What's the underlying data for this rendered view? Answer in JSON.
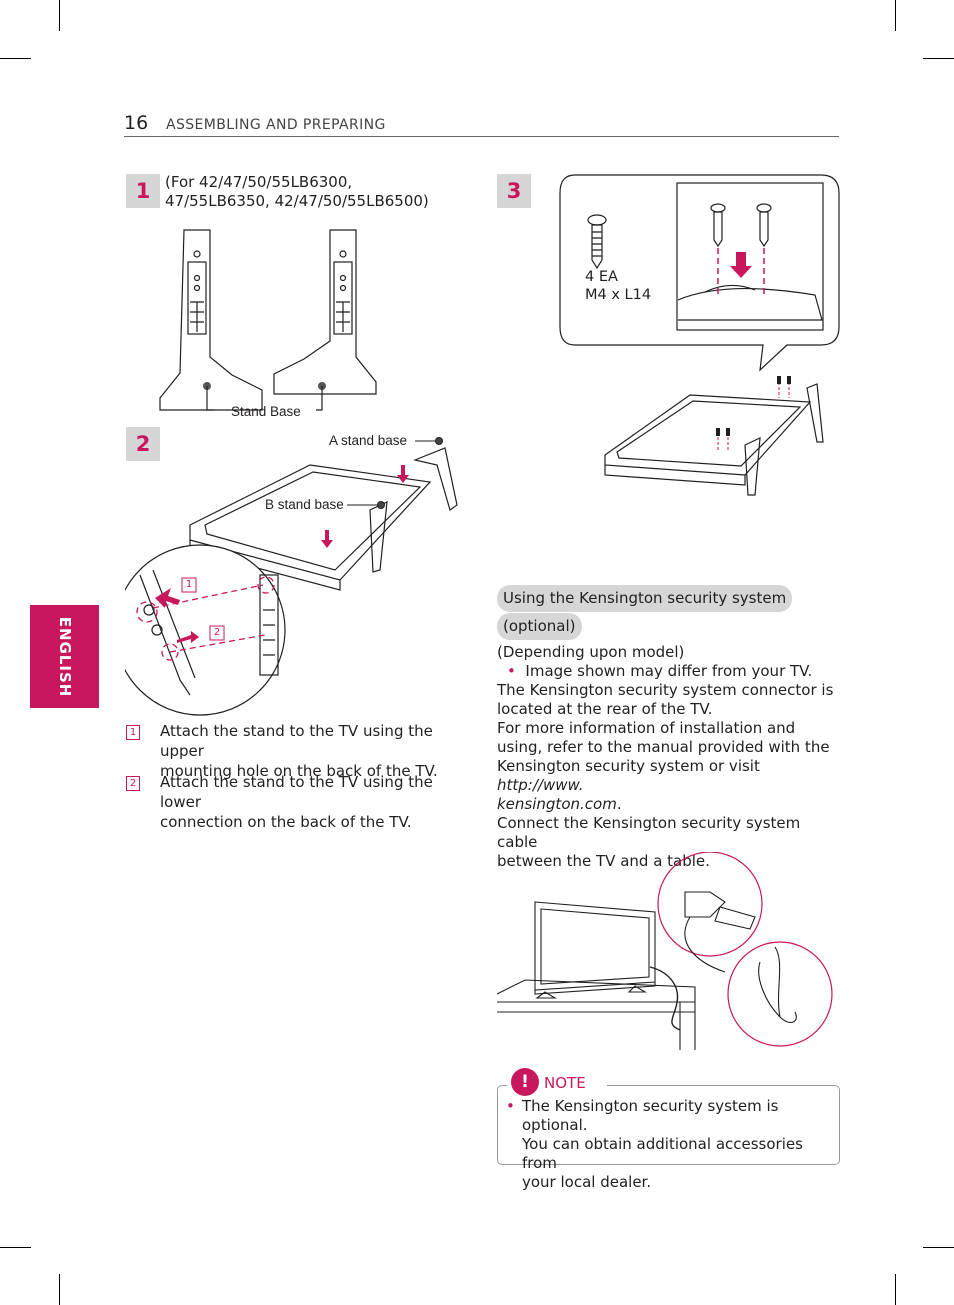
{
  "header": {
    "page_number": "16",
    "section_title": "ASSEMBLING AND PREPARING"
  },
  "side_tab": {
    "label": "ENGLISH"
  },
  "steps": [
    {
      "number": "1"
    },
    {
      "number": "2"
    },
    {
      "number": "3"
    }
  ],
  "step1": {
    "model_note_line1": "(For 42/47/50/55LB6300,",
    "model_note_line2": "47/55LB6350, 42/47/50/55LB6500)",
    "stand_base_label": "Stand Base"
  },
  "step2": {
    "a_stand_label": "A stand base",
    "b_stand_label": "B stand base",
    "callout_1": "1",
    "callout_2": "2",
    "instructions": [
      {
        "num": "1",
        "line1": "Attach the stand to the TV using the upper",
        "line2": "mounting hole on the back of the TV."
      },
      {
        "num": "2",
        "line1": "Attach the stand to the TV using the lower",
        "line2": "connection on the back of the TV."
      }
    ]
  },
  "step3": {
    "screw_qty": "4 EA",
    "screw_spec": "M4 x L14"
  },
  "kensington": {
    "title_line1": "Using the Kensington security system",
    "title_line2": "(optional)",
    "depending": "(Depending upon model)",
    "bullet": "Image shown may differ from your TV.",
    "para1_line1": "The Kensington security system connector is",
    "para1_line2": "located at the rear of the TV.",
    "para2_line1": "For more information of installation and",
    "para2_line2": "using, refer to the manual provided with the",
    "para2_line3": "Kensington security system or visit",
    "link_part1": "http://www.",
    "link_part2": "kensington.com",
    "para3_line1": "Connect the Kensington security system cable",
    "para3_line2": "between the TV and a table."
  },
  "note": {
    "title": "NOTE",
    "text_line1": "The Kensington security system is optional.",
    "text_line2": "You can obtain additional accessories from",
    "text_line3": "your local dealer."
  },
  "colors": {
    "accent": "#c8175d",
    "badge_bg": "#d6d6d6"
  }
}
